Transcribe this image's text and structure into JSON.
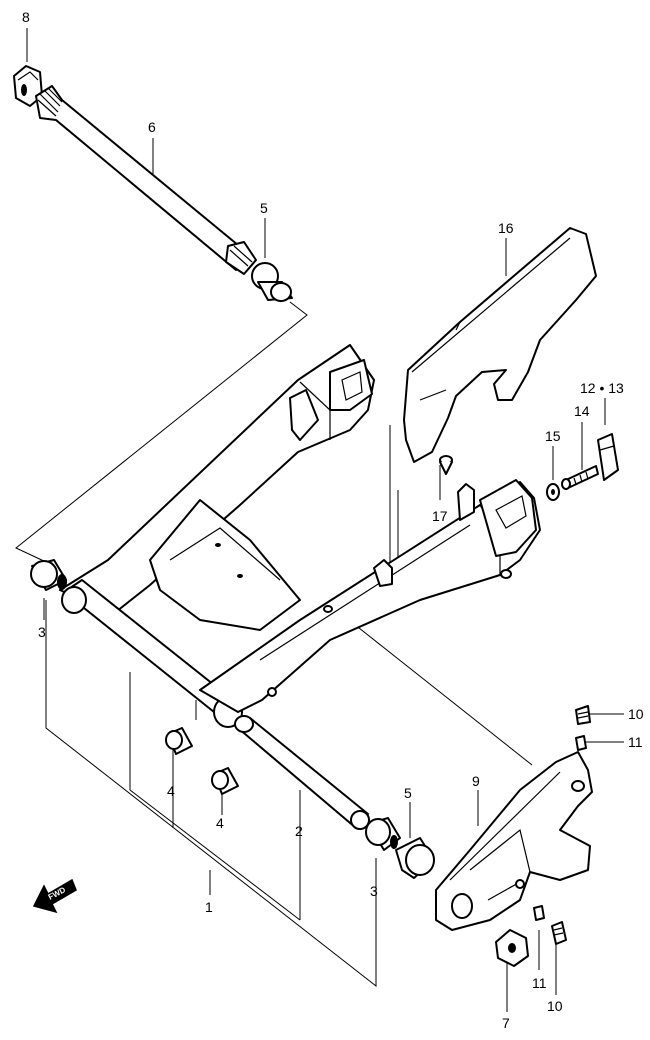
{
  "diagram": {
    "fwd_label": "FWD",
    "callouts": {
      "c1": "1",
      "c2": "2",
      "c3a": "3",
      "c3b": "3",
      "c4a": "4",
      "c4b": "4",
      "c5a": "5",
      "c5b": "5",
      "c6": "6",
      "c7": "7",
      "c8": "8",
      "c9": "9",
      "c10a": "10",
      "c10b": "10",
      "c11a": "11",
      "c11b": "11",
      "c12_13": "12 • 13",
      "c14": "14",
      "c15": "15",
      "c16": "16",
      "c17": "17"
    }
  }
}
